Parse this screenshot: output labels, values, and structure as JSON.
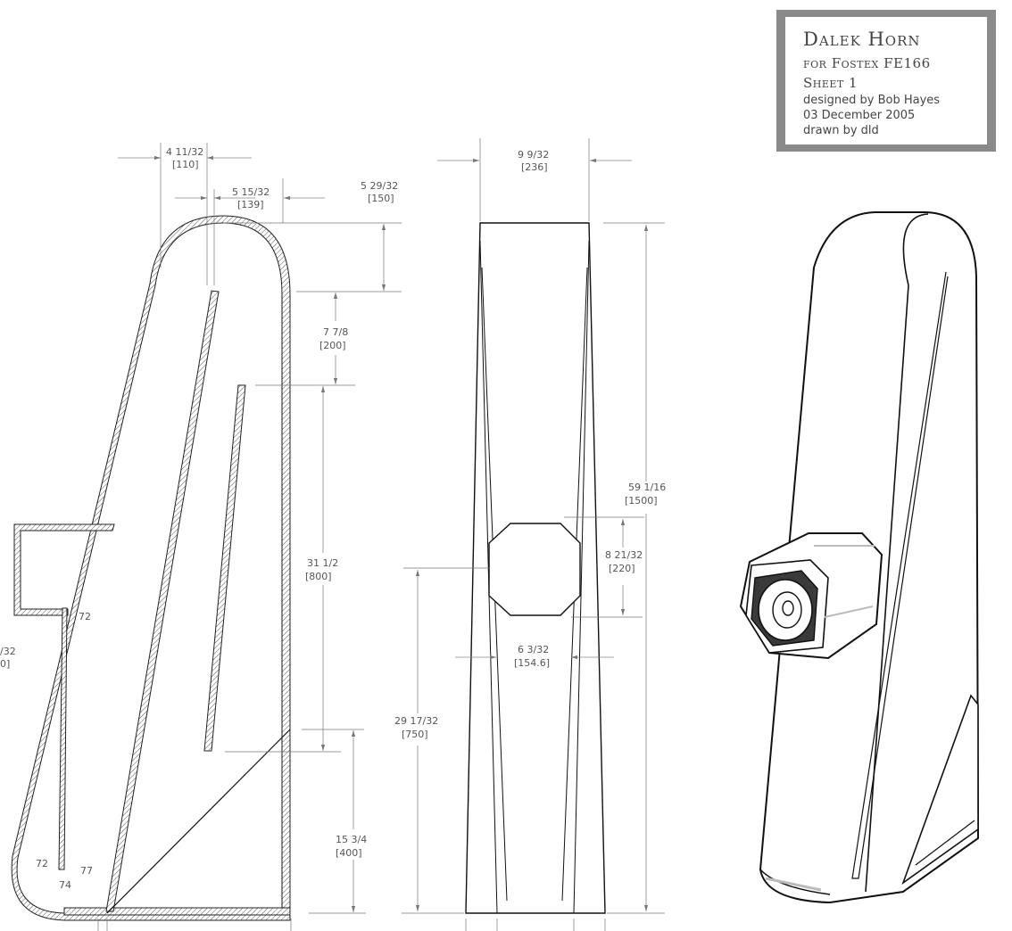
{
  "title_block": {
    "title": "Dalek Horn",
    "subtitle": "for Fostex FE166",
    "sheet": "Sheet 1",
    "designer": "designed by Bob Hayes",
    "date": "03 December  2005",
    "drafter": "drawn by dld"
  },
  "dimensions": {
    "d1_in": "4 11/32",
    "d1_mm": "[110]",
    "d2_in": "5 15/32",
    "d2_mm": "[139]",
    "d3_in": "5 29/32",
    "d3_mm": "[150]",
    "d4_in": "7 7/8",
    "d4_mm": "[200]",
    "d5_in": "31 1/2",
    "d5_mm": "[800]",
    "d6_in": "15 3/4",
    "d6_mm": "[400]",
    "d7_in": "9 9/32",
    "d7_mm": "[236]",
    "d8_in": "59 1/16",
    "d8_mm": "[1500]",
    "d9_in": "8 21/32",
    "d9_mm": "[220]",
    "d10_in": "6 3/32",
    "d10_mm": "[154.6]",
    "d11_in": "29 17/32",
    "d11_mm": "[750]",
    "cut_in": "/32",
    "cut_mm": "0]"
  },
  "angles": {
    "a1": "72",
    "a2": "72",
    "a3": "74",
    "a4": "77"
  },
  "colors": {
    "line": "#111111",
    "dimension": "#777777",
    "title_frame": "#8a8a8a",
    "driver_dark": "#3a3a3a"
  }
}
